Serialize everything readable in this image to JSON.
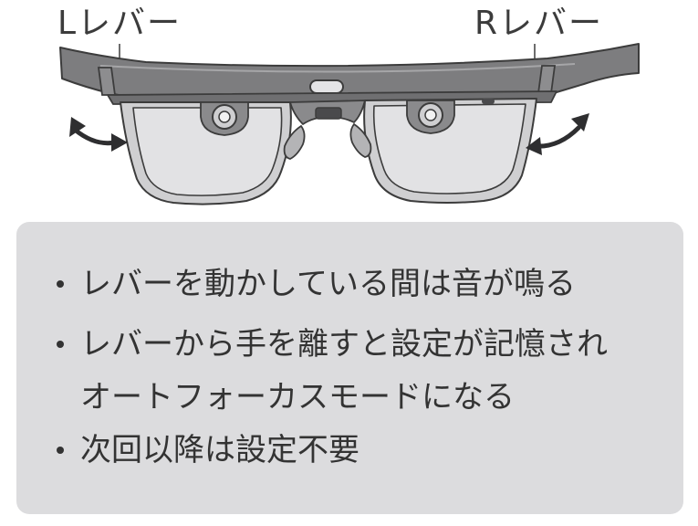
{
  "labels": {
    "left_lever": "Lレバー",
    "right_lever": "Rレバー"
  },
  "info_box": {
    "bullet1": "レバーを動かしている間は音が鳴る",
    "bullet2_line1": "レバーから手を離すと設定が記憶され",
    "bullet2_line2": "オートフォーカスモードになる",
    "bullet3": "次回以降は設定不要"
  },
  "colors": {
    "frame_fill": "#7d7d7f",
    "frame_stroke": "#3c3c3c",
    "lens_rim": "#cfcfd1",
    "box_background": "#dcdcde",
    "text": "#333333"
  }
}
